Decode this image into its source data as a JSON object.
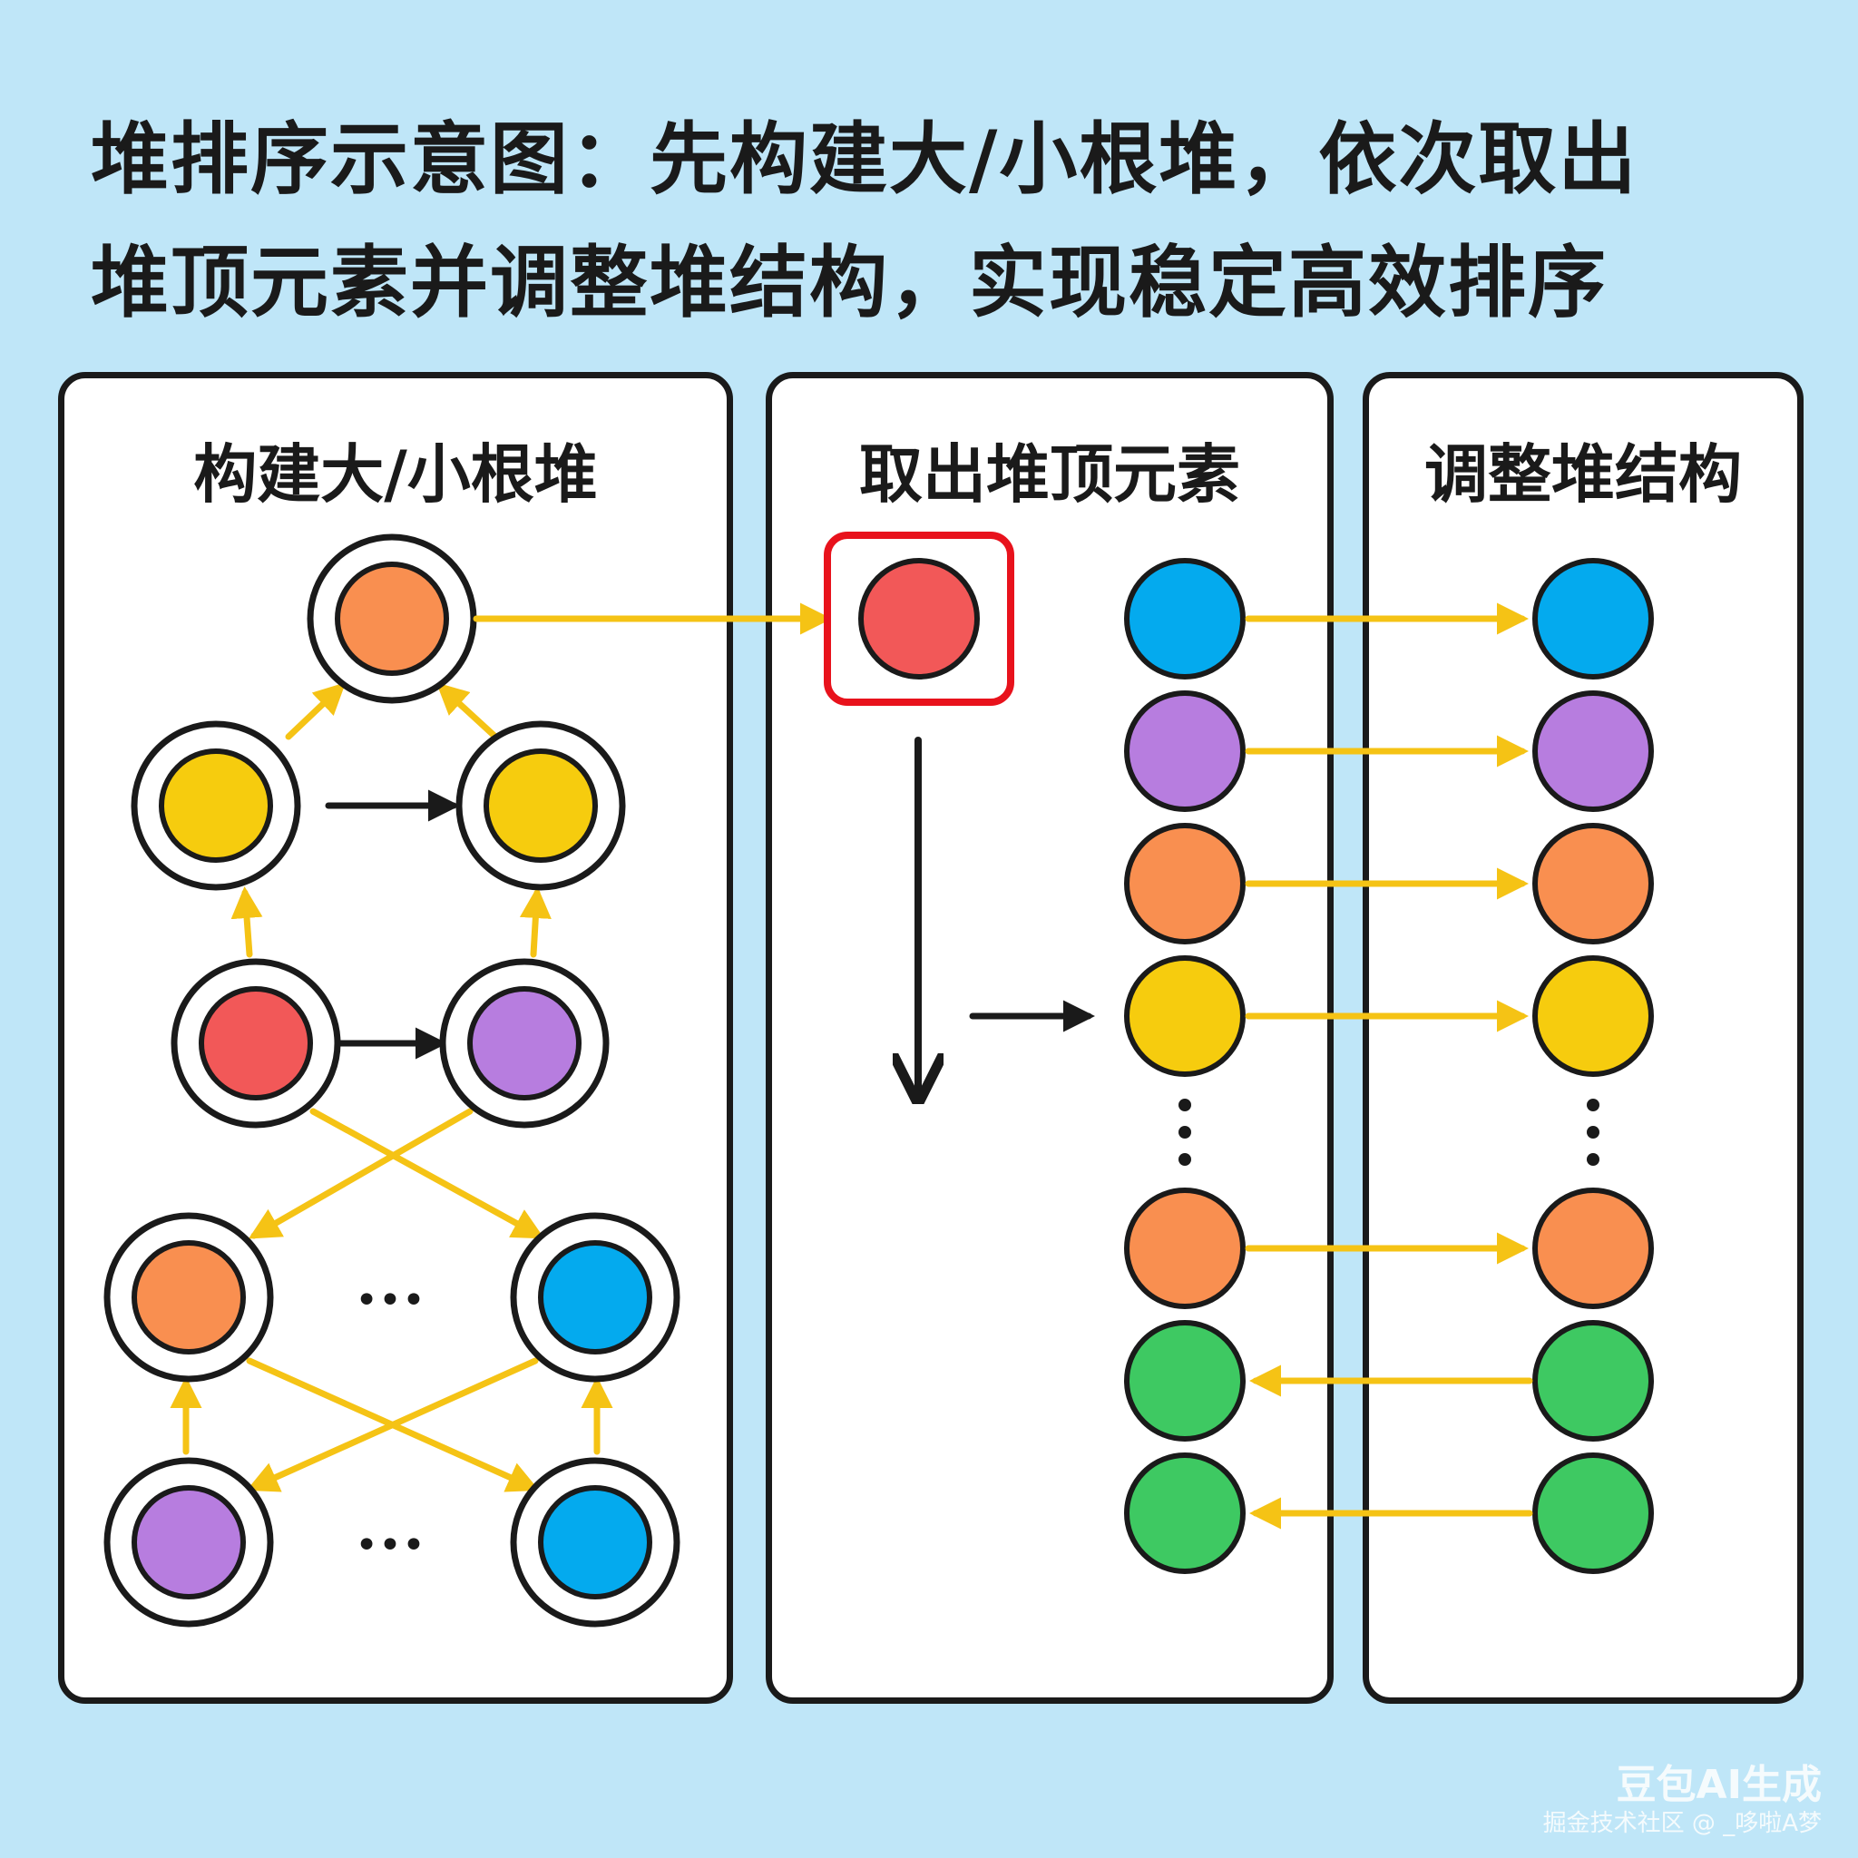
{
  "title": {
    "line1": "堆排序示意图：先构建大/小根堆，依次取出",
    "line2": "堆顶元素并调整堆结构，实现稳定高效排序"
  },
  "panels": [
    {
      "title": "构建大/小根堆"
    },
    {
      "title": "取出堆顶元素"
    },
    {
      "title": "调整堆结构"
    }
  ],
  "colors": {
    "background": "#bfe6f8",
    "orange": "#f98f50",
    "yellow": "#f6cc0e",
    "red": "#f25858",
    "purple": "#b77ddf",
    "blue": "#04aaee",
    "green": "#3ec962",
    "arrow_yellow": "#f5c315",
    "highlight_red": "#e8121c"
  },
  "heap_nodes": [
    {
      "color": "orange",
      "level": 0
    },
    {
      "color": "yellow",
      "level": 1
    },
    {
      "color": "yellow",
      "level": 1
    },
    {
      "color": "red",
      "level": 2
    },
    {
      "color": "purple",
      "level": 2
    },
    {
      "color": "orange",
      "level": 3
    },
    {
      "color": "blue",
      "level": 3
    },
    {
      "color": "purple",
      "level": 4
    },
    {
      "color": "blue",
      "level": 4
    }
  ],
  "ellipsis": "•••",
  "extracted_top": {
    "color": "red"
  },
  "remaining_sequence": [
    "blue",
    "purple",
    "orange",
    "yellow",
    "orange",
    "green",
    "green"
  ],
  "adjusted_sequence": [
    "blue",
    "purple",
    "orange",
    "yellow",
    "orange",
    "green",
    "green"
  ],
  "sequence_arrow_directions": [
    "right",
    "right",
    "right",
    "right",
    "right",
    "left",
    "left"
  ],
  "watermark": {
    "brand": "豆包AI生成",
    "credit": "掘金技术社区 @ _哆啦A梦"
  }
}
